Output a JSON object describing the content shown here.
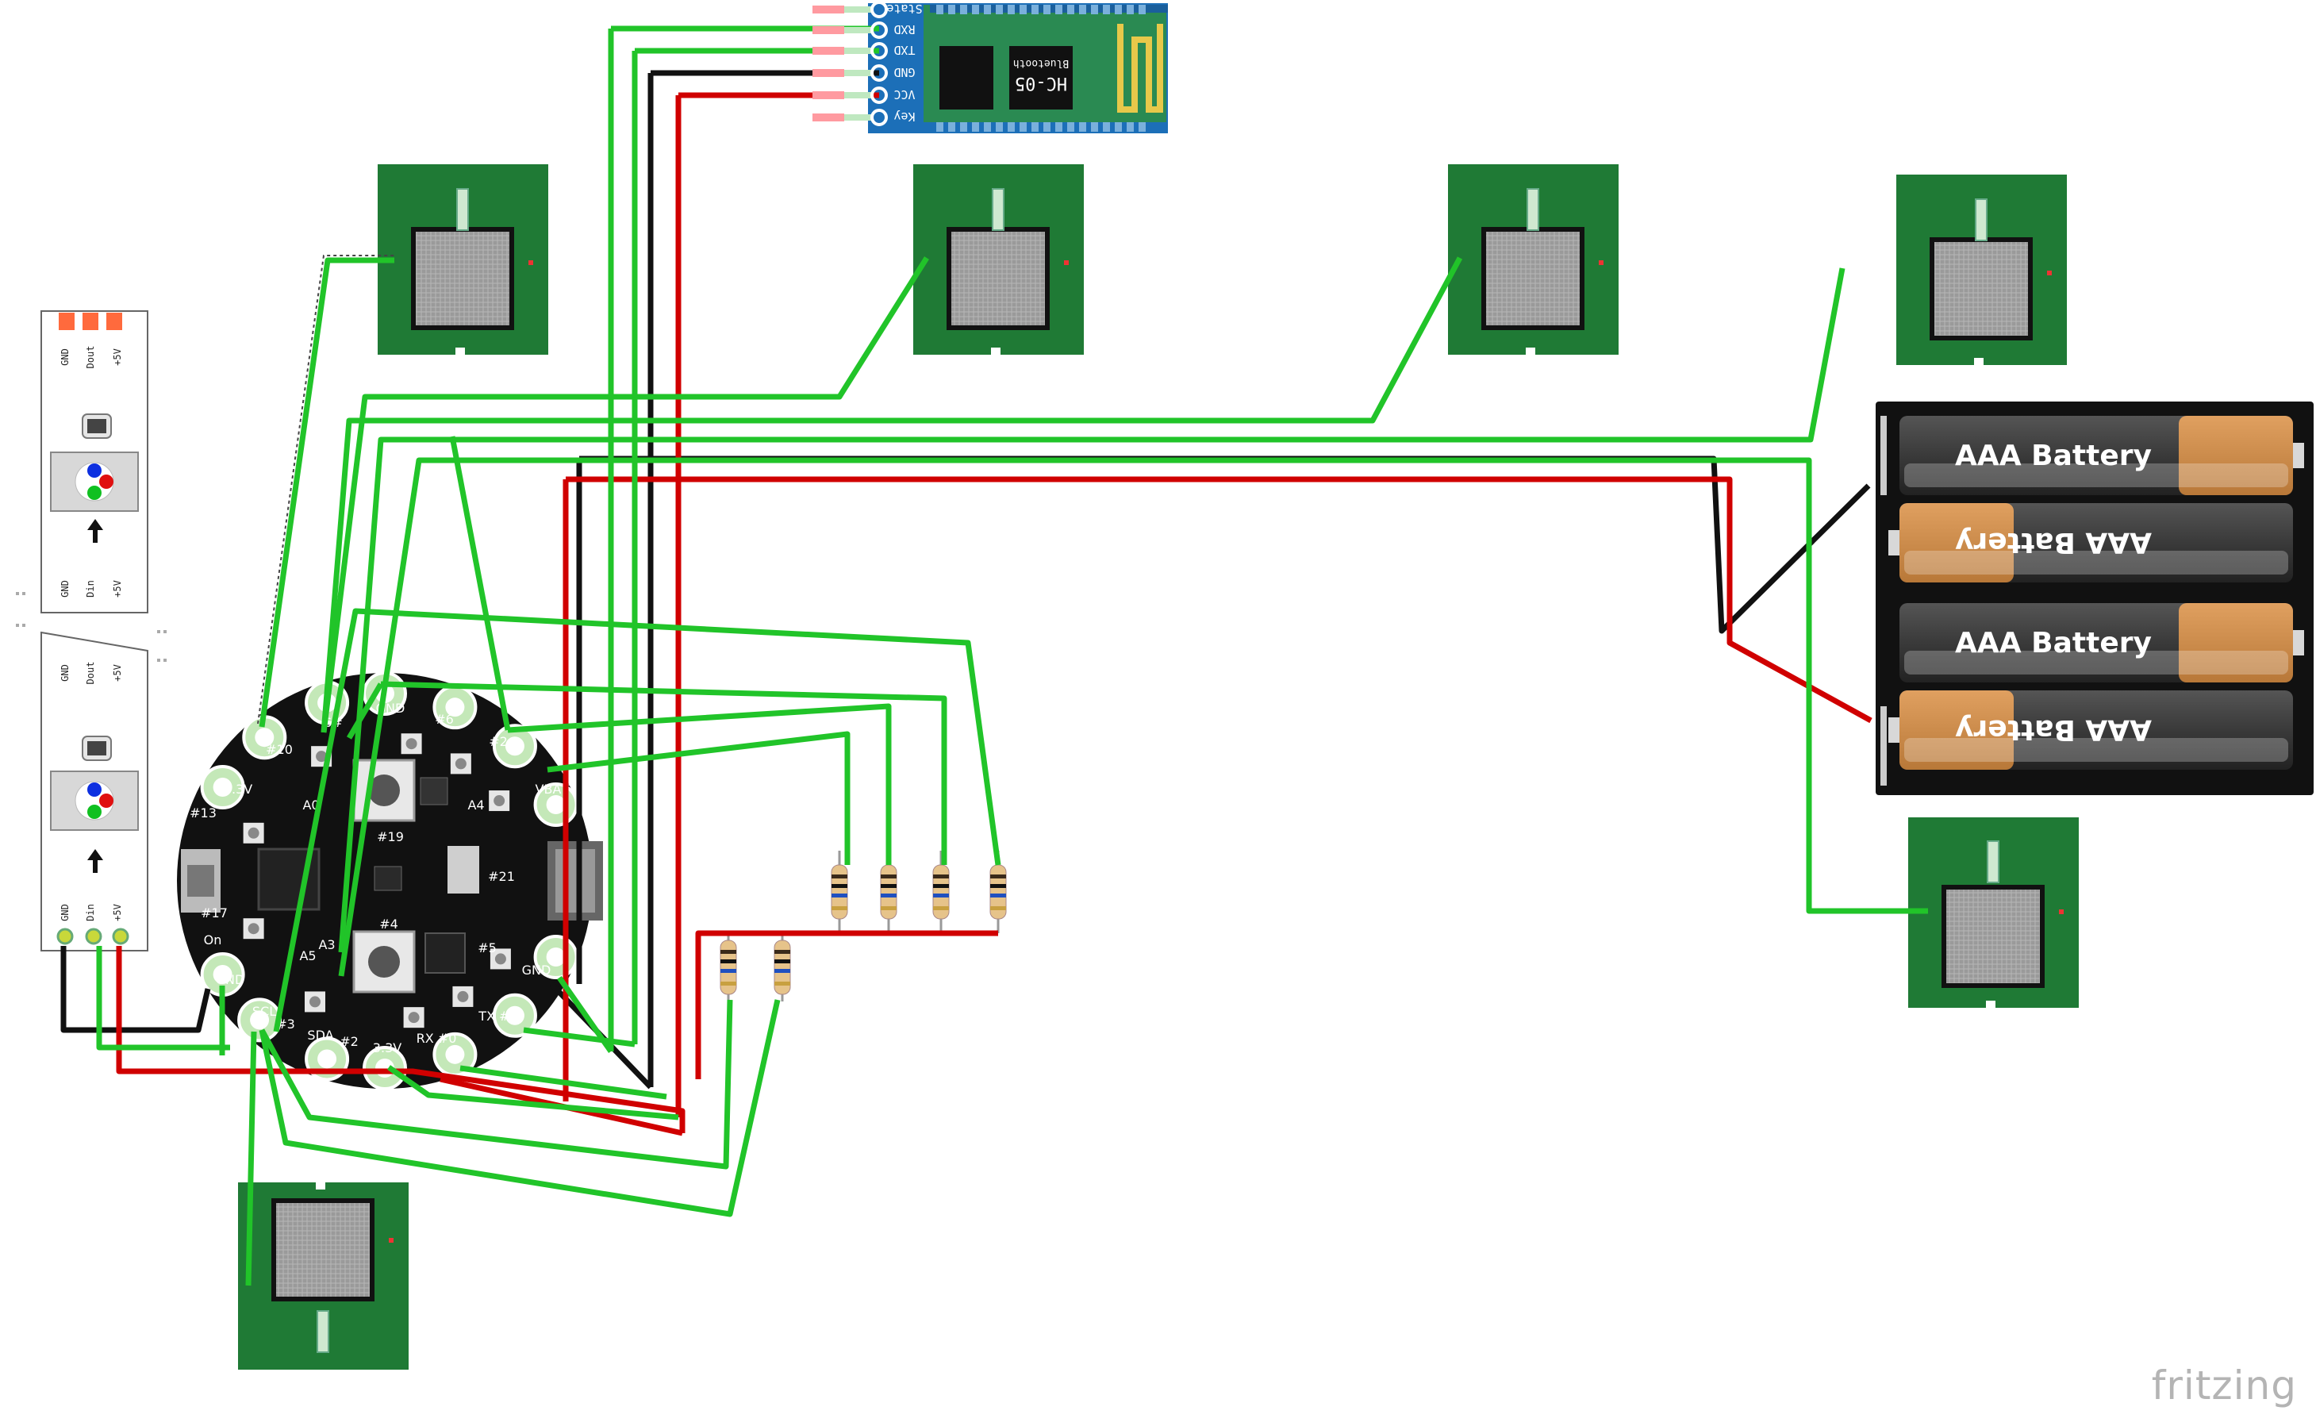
{
  "logo": {
    "text": "fritzing"
  },
  "bluetooth": {
    "pins": [
      "State",
      "RXD",
      "TXD",
      "GND",
      "VCC",
      "Key"
    ],
    "chip_label": "HC-05",
    "sub_label": "Bluetooth"
  },
  "led_strip": {
    "segment_top_labels": [
      "GND",
      "Dout",
      "+5V"
    ],
    "segment_bottom_labels": [
      "GND",
      "Din",
      "+5V"
    ]
  },
  "board": {
    "labels": [
      "#10",
      "6#",
      "GND",
      "#6",
      "#2",
      "VBATT",
      "#13",
      "3.3V",
      "A0",
      "A4",
      "#19",
      "#17",
      "A5",
      "#4",
      "#21",
      "#5",
      "On",
      "GND",
      "SCL",
      "#3",
      "SDA",
      "#2",
      "3.3V",
      "RX #0",
      "TX #1",
      "GND",
      "A3"
    ]
  },
  "battery": {
    "cells": [
      "AAA Battery",
      "AAA Battery",
      "AAA Battery",
      "AAA Battery"
    ]
  },
  "colors": {
    "wire_green": "#21c429",
    "wire_red": "#d00000",
    "wire_black": "#111111",
    "pcb_green": "#1f7a35",
    "board_black": "#111111",
    "bt_blue": "#1c6fb8"
  }
}
